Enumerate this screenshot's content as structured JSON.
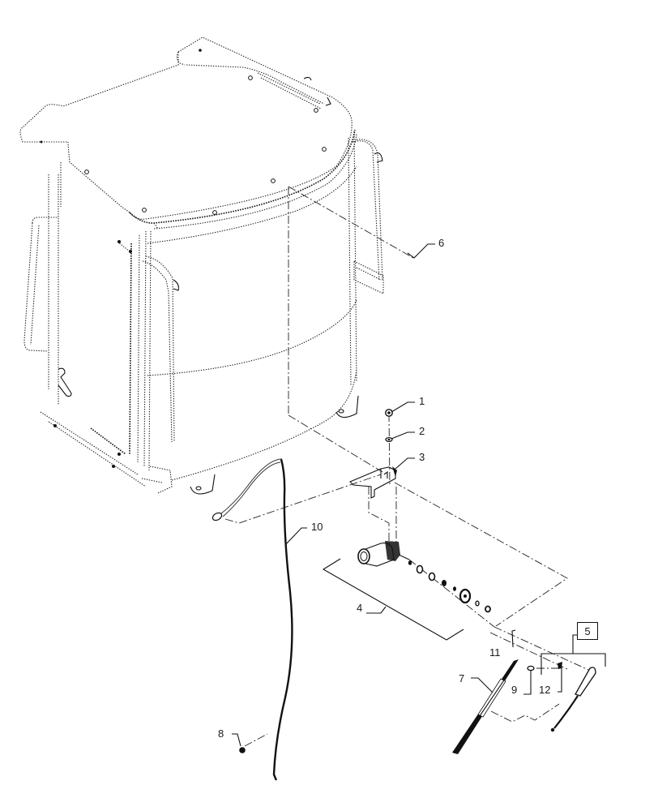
{
  "diagram": {
    "type": "exploded parts diagram",
    "subject": "Cab with windshield wiper motor assembly",
    "line_color": "#111111",
    "background": "#ffffff"
  },
  "callouts": [
    {
      "id": "1",
      "label": "1",
      "part": "nut"
    },
    {
      "id": "2",
      "label": "2",
      "part": "washer"
    },
    {
      "id": "3",
      "label": "3",
      "part": "mounting bracket"
    },
    {
      "id": "4",
      "label": "4",
      "part": "wiper motor assembly"
    },
    {
      "id": "5",
      "label": "5",
      "part": "wiper arm kit (boxed)"
    },
    {
      "id": "6",
      "label": "6",
      "part": "cab reference point"
    },
    {
      "id": "7",
      "label": "7",
      "part": "wiper blade"
    },
    {
      "id": "8",
      "label": "8",
      "part": "washer nozzle"
    },
    {
      "id": "9",
      "label": "9",
      "part": "cap"
    },
    {
      "id": "10",
      "label": "10",
      "part": "washer hose"
    },
    {
      "id": "11",
      "label": "11",
      "part": "motor shaft reference point"
    },
    {
      "id": "12",
      "label": "12",
      "part": "nut"
    }
  ]
}
